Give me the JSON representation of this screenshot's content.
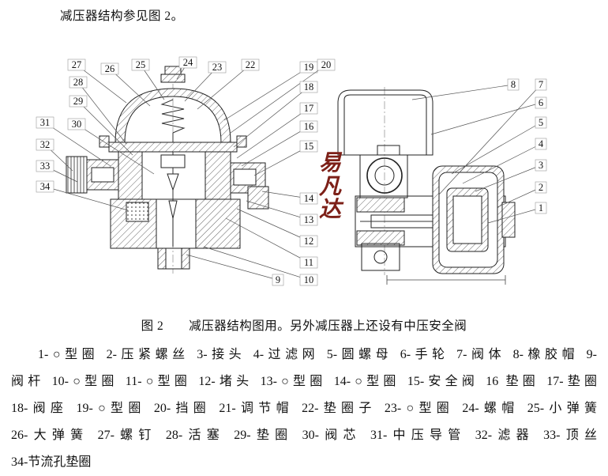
{
  "intro": "减压器结构参见图 2。",
  "caption": "图 2　　减压器结构图用。另外减压器上还设有中压安全阀",
  "watermark": {
    "chars": [
      "易",
      "凡",
      "达"
    ],
    "color": "#7d2018"
  },
  "figure": {
    "callout_labels": [
      "27",
      "26",
      "25",
      "24",
      "23",
      "22",
      "19",
      "20",
      "28",
      "29",
      "31",
      "30",
      "32",
      "33",
      "34",
      "18",
      "17",
      "16",
      "15",
      "14",
      "13",
      "12",
      "11",
      "10",
      "9",
      "8",
      "7",
      "6",
      "5",
      "4",
      "3",
      "2",
      "1"
    ]
  },
  "parts_list": {
    "lines": [
      "1-○型圈 2-压紧螺丝 3-接头 4-过滤网 5-圆螺母 6-手轮 7-阀体 8-橡胶帽 9-",
      "阀杆 10-○型圈 11-○型圈 12-堵头 13-○型圈 14-○型圈 15-安全阀 16 垫圈 17-垫圈",
      "18-阀座 19-○型圈 20-挡圈 21-调节帽 22-垫圈子 23-○型圈 24-螺帽 25-小弹簧",
      "26-大弹簧 27-螺钉 28-活塞 29-垫圈 30-阀芯 31-中压导管 32-滤器 33-顶丝",
      "34-节流孔垫圈"
    ]
  }
}
